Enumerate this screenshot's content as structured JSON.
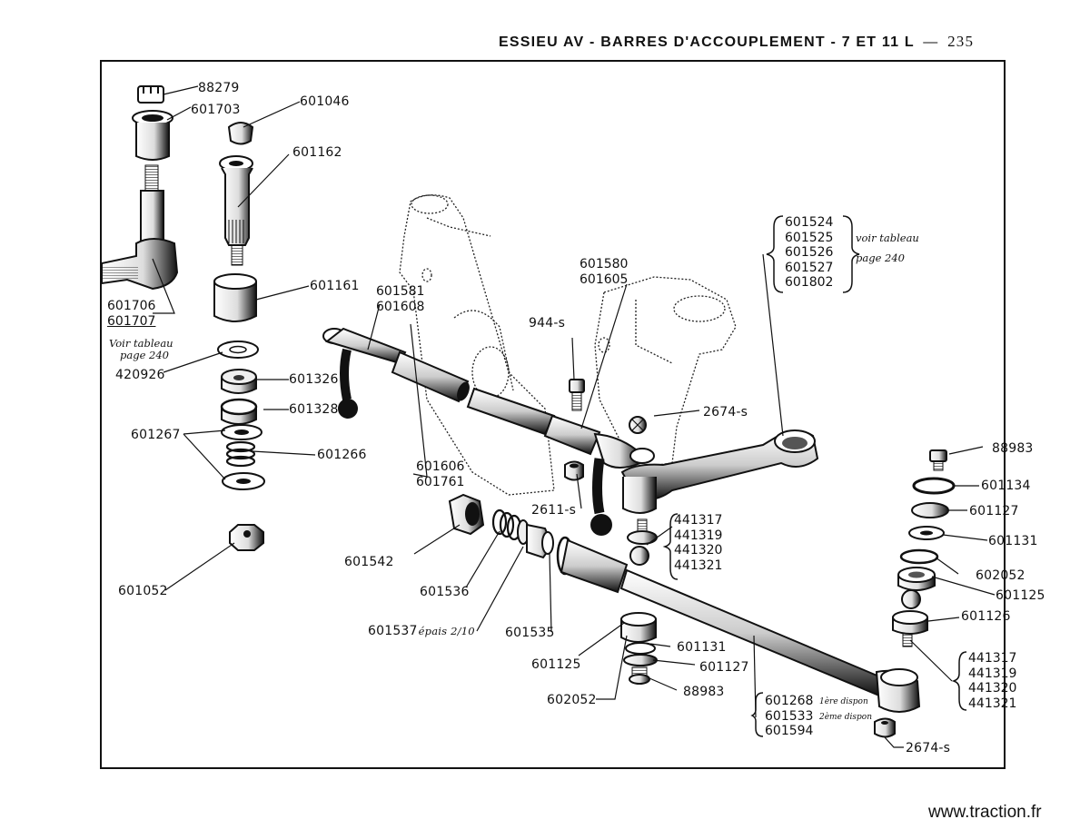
{
  "header": {
    "title": "ESSIEU AV - BARRES D'ACCOUPLEMENT - 7 ET 11 L",
    "dash": "—",
    "page_number": "235"
  },
  "watermark": "www.traction.fr",
  "callouts": [
    {
      "id": "c88279a",
      "label": "88279"
    },
    {
      "id": "c601703",
      "label": "601703"
    },
    {
      "id": "c601046",
      "label": "601046"
    },
    {
      "id": "c601162",
      "label": "601162"
    },
    {
      "id": "c601161",
      "label": "601161"
    },
    {
      "id": "c420926",
      "label": "420926"
    },
    {
      "id": "c601326",
      "label": "601326"
    },
    {
      "id": "c601328",
      "label": "601328"
    },
    {
      "id": "c601267",
      "label": "601267"
    },
    {
      "id": "c601266",
      "label": "601266"
    },
    {
      "id": "c601052",
      "label": "601052"
    },
    {
      "id": "c944s",
      "label": "944-s"
    },
    {
      "id": "c2674s_a",
      "label": "2674-s"
    },
    {
      "id": "c2611s",
      "label": "2611-s"
    },
    {
      "id": "c601542",
      "label": "601542"
    },
    {
      "id": "c601536",
      "label": "601536"
    },
    {
      "id": "c601537",
      "label": "601537",
      "note": "épais 2/10"
    },
    {
      "id": "c601535",
      "label": "601535"
    },
    {
      "id": "c601125a",
      "label": "601125"
    },
    {
      "id": "c601131a",
      "label": "601131"
    },
    {
      "id": "c601127a",
      "label": "601127"
    },
    {
      "id": "c602052a",
      "label": "602052"
    },
    {
      "id": "c88983a",
      "label": "88983"
    },
    {
      "id": "c88983b",
      "label": "88983"
    },
    {
      "id": "c601134",
      "label": "601134"
    },
    {
      "id": "c601127b",
      "label": "601127"
    },
    {
      "id": "c601131b",
      "label": "601131"
    },
    {
      "id": "c602052b",
      "label": "602052"
    },
    {
      "id": "c601125b",
      "label": "601125"
    },
    {
      "id": "c601126",
      "label": "601126"
    },
    {
      "id": "c2674s_b",
      "label": "2674-s"
    }
  ],
  "groups": {
    "steering_arm_left": {
      "parts": [
        "601706",
        "601707"
      ],
      "note_line1": "Voir tableau",
      "note_line2": "page 240"
    },
    "drop_arm": {
      "parts": [
        "601581",
        "601608"
      ]
    },
    "tube": {
      "parts": [
        "601606",
        "601761"
      ]
    },
    "right_arm": {
      "parts": [
        "601580",
        "601605"
      ]
    },
    "lever": {
      "parts": [
        "601524",
        "601525",
        "601526",
        "601527",
        "601802"
      ],
      "note_line1": "voir tableau",
      "note_line2": "page 240"
    },
    "ball_pin_center": {
      "parts": [
        "441317",
        "441319",
        "441320",
        "441321"
      ]
    },
    "ball_pin_right": {
      "parts": [
        "441317",
        "441319",
        "441320",
        "441321"
      ]
    },
    "track_rod": {
      "parts": [
        "601268",
        "601533",
        "601594"
      ],
      "notes": [
        "1ère dispon",
        "2ème dispon"
      ]
    }
  }
}
